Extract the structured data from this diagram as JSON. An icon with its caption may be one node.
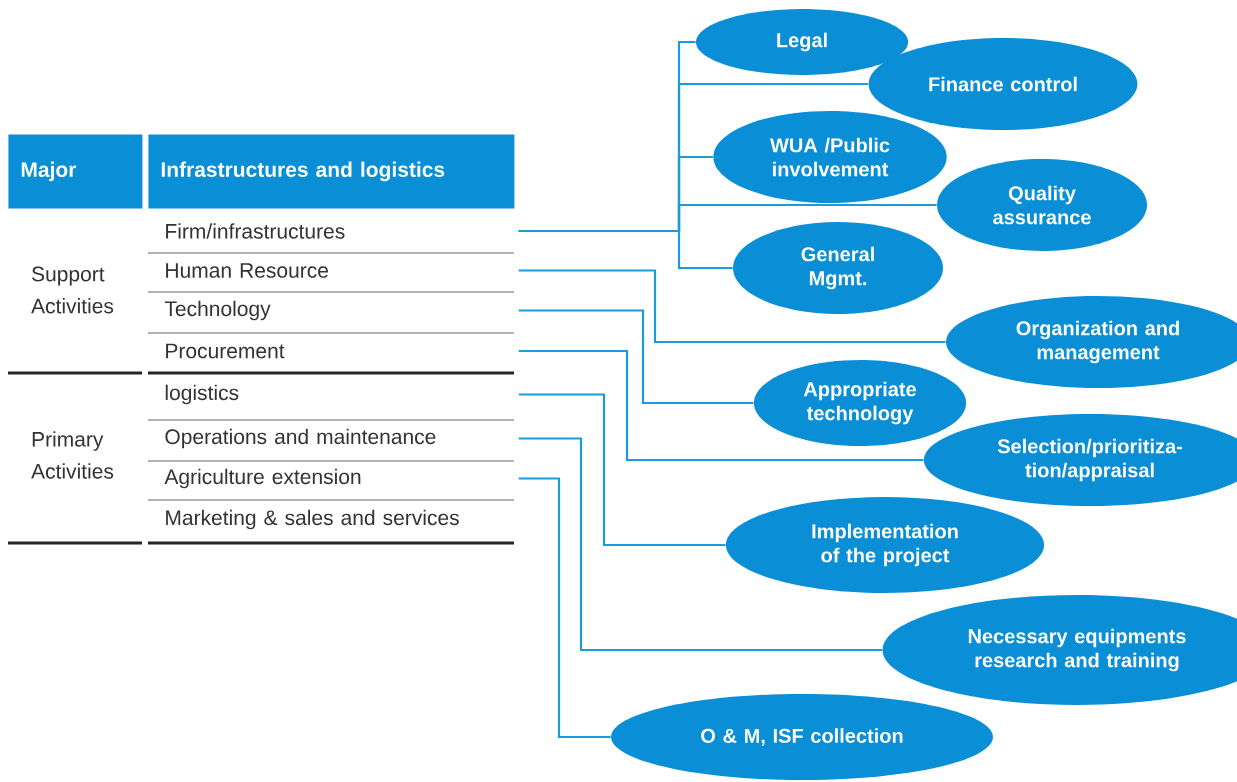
{
  "diagram": {
    "nodes": [
      {
        "text": [
          "Major"
        ]
      },
      {
        "text": [
          "Infrastructures and logistics"
        ]
      },
      {
        "text": [
          "Firm/infrastructures"
        ]
      },
      {
        "text": [
          "Human Resource"
        ]
      },
      {
        "text": [
          "Technology"
        ]
      },
      {
        "text": [
          "Procurement"
        ]
      },
      {
        "text": [
          "logistics"
        ]
      },
      {
        "text": [
          "Operations and maintenance"
        ]
      },
      {
        "text": [
          "Agriculture extension"
        ]
      },
      {
        "text": [
          "Marketing & sales and services"
        ]
      },
      {
        "text": [
          "Legal"
        ]
      },
      {
        "text": [
          "Finance control"
        ]
      },
      {
        "text": [
          "WUA /Public involvement"
        ]
      },
      {
        "text": [
          "Quality assurance"
        ]
      },
      {
        "text": [
          "General Mgmt."
        ]
      },
      {
        "text": [
          "Organization and management"
        ]
      },
      {
        "text": [
          "Appropriate technology"
        ]
      },
      {
        "text": [
          "Selection/prioritiza- tion/appraisal"
        ]
      },
      {
        "text": [
          "Implementation of the project"
        ]
      },
      {
        "text": [
          "Necessary equipments research and training"
        ]
      },
      {
        "text": [
          "O & M, ISF collection"
        ]
      }
    ],
    "edges": [
      {
        "from": 2,
        "to": 10,
        "arrow": "none"
      },
      {
        "from": 2,
        "to": 11,
        "arrow": "none"
      },
      {
        "from": 2,
        "to": 12,
        "arrow": "none"
      },
      {
        "from": 2,
        "to": 13,
        "arrow": "none"
      },
      {
        "from": 2,
        "to": 14,
        "arrow": "none"
      },
      {
        "from": 3,
        "to": 15,
        "arrow": "none"
      },
      {
        "from": 4,
        "to": 16,
        "arrow": "none"
      },
      {
        "from": 5,
        "to": 17,
        "arrow": "none"
      },
      {
        "from": 6,
        "to": 18,
        "arrow": "none"
      },
      {
        "from": 7,
        "to": 19,
        "arrow": "none"
      },
      {
        "from": 8,
        "to": 20,
        "arrow": "none"
      }
    ],
    "labels": [
      "Support Activities",
      "Primary Activities"
    ]
  }
}
